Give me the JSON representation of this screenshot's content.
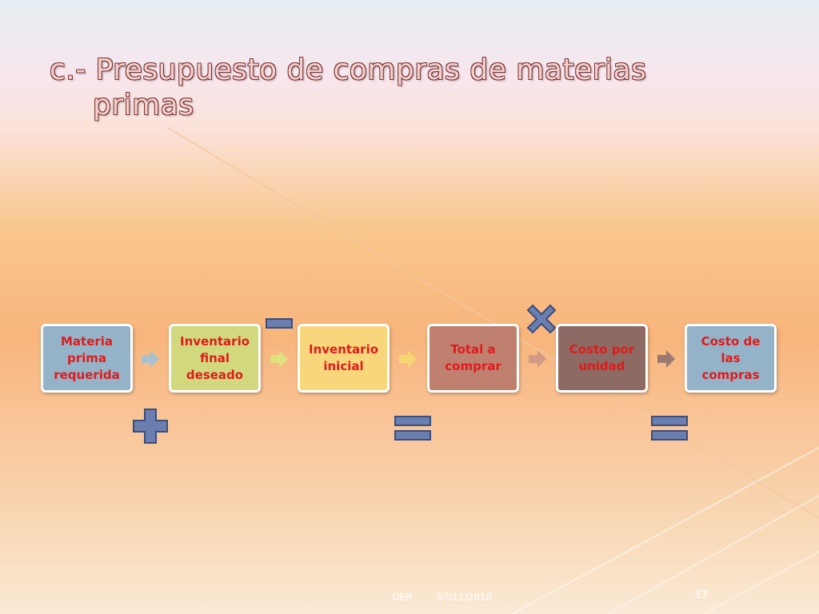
{
  "slide": {
    "title_line1": "c.- Presupuesto de compras de materias",
    "title_line2": "primas"
  },
  "diagram": {
    "boxes": [
      {
        "label": "Materia prima requerida",
        "color": "#94b3c8"
      },
      {
        "label": "Inventario final deseado",
        "color": "#d2d87d"
      },
      {
        "label": "Inventario inicial",
        "color": "#f8d77c"
      },
      {
        "label": "Total a comprar",
        "color": "#c08070"
      },
      {
        "label": "Costo por unidad",
        "color": "#8d6a63"
      },
      {
        "label": "Costo de las compras",
        "color": "#94b3c8"
      }
    ],
    "operators": [
      {
        "name": "plus",
        "symbol": "+"
      },
      {
        "name": "minus",
        "symbol": "−"
      },
      {
        "name": "equals",
        "symbol": "="
      },
      {
        "name": "multiply",
        "symbol": "×"
      },
      {
        "name": "equals",
        "symbol": "="
      }
    ],
    "label_color": "#e01b1b",
    "operator_color": "#6a7fb0"
  },
  "footer": {
    "author": "OER",
    "date": "07/11/2018",
    "page": "33"
  }
}
